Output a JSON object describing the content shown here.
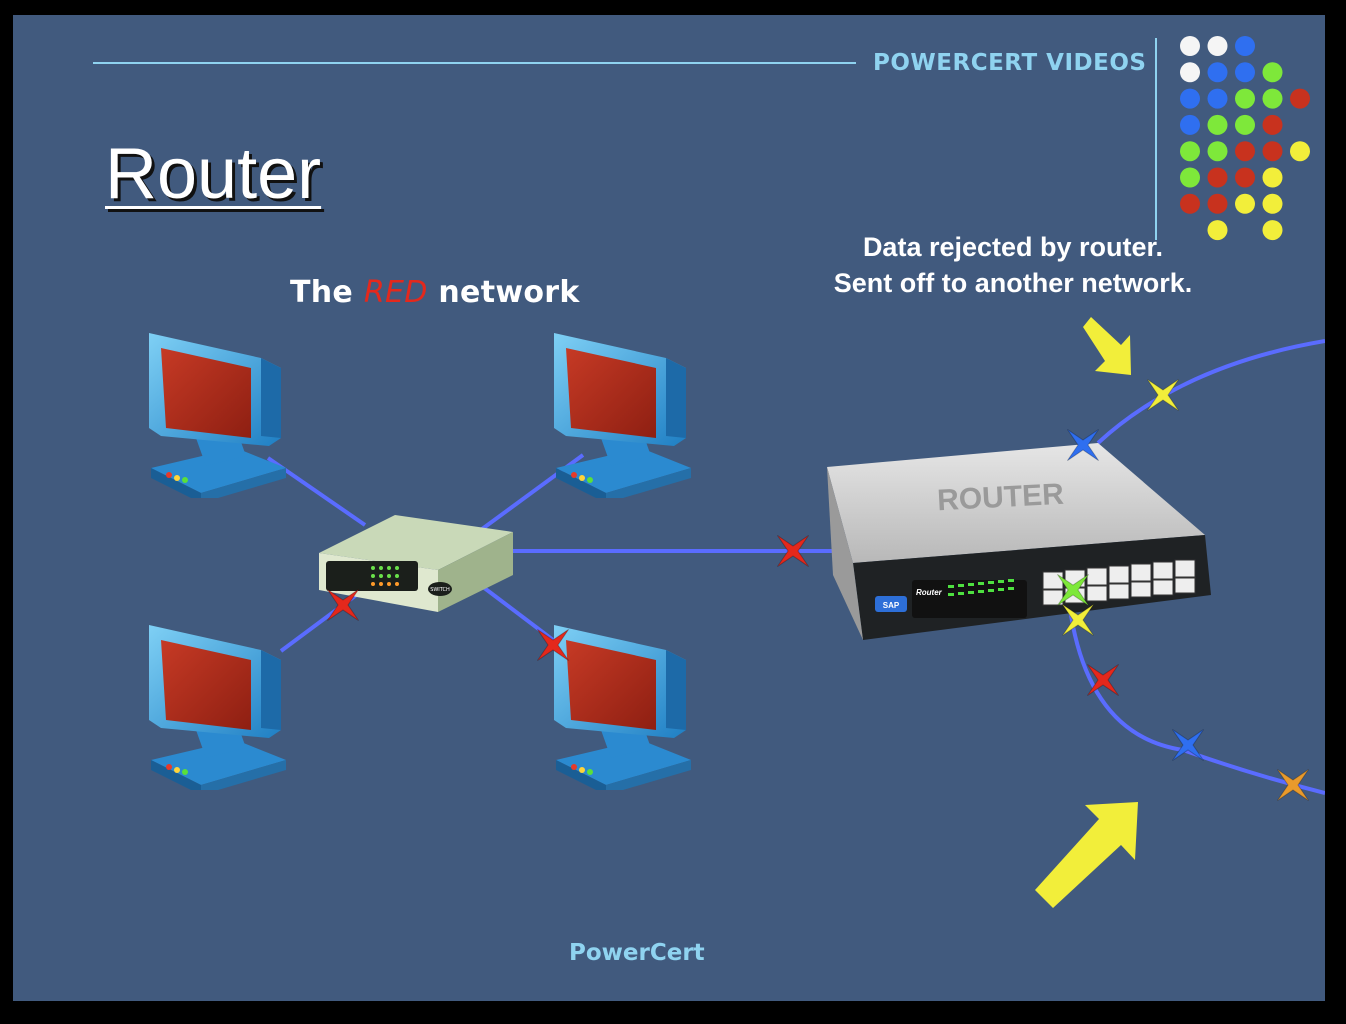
{
  "header": {
    "brand": "POWERCERT VIDEOS"
  },
  "slide": {
    "title": "Router"
  },
  "network_label": {
    "prefix": "The",
    "highlight": "RED",
    "suffix": "network"
  },
  "router": {
    "caption_line1": "Data rejected by router.",
    "caption_line2": "Sent off to another network.",
    "top_label": "ROUTER",
    "panel_label": "Router",
    "button_label": "SAP"
  },
  "switch": {
    "label": "SWITCH"
  },
  "footer": {
    "brand": "PowerCert"
  },
  "colors": {
    "background": "#415a7e",
    "accent": "#8fd3f0",
    "red_packet": "#e4281c",
    "yellow": "#f2ee3a",
    "green": "#7ee83a",
    "blue": "#2f6ff0",
    "orange": "#e99a2c"
  }
}
